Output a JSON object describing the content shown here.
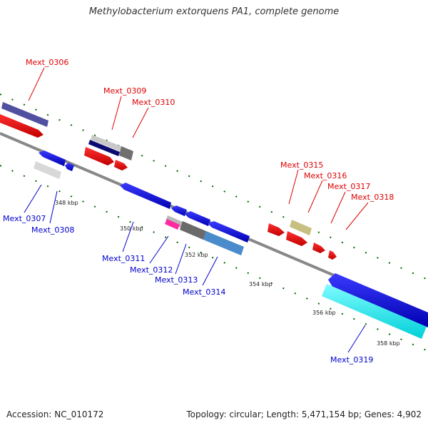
{
  "title": "Methylobacterium extorquens PA1, complete genome",
  "footer": {
    "accession": "Accession: NC_010172",
    "topology": "Topology: circular; Length: 5,471,154 bp; Genes: 4,902"
  },
  "colors": {
    "forward_label": "#dd0000",
    "reverse_label": "#0000cc",
    "backbone": "#888888",
    "tick": "#006600"
  },
  "axis_ticks": [
    "348 kbp",
    "350 kbp",
    "352 kbp",
    "354 kbp",
    "356 kbp",
    "358 kbp"
  ],
  "forward_genes": [
    {
      "label": "Mext_0306",
      "color": "#dd0000"
    },
    {
      "label": "Mext_0309",
      "color": "#dd0000"
    },
    {
      "label": "Mext_0310",
      "color": "#dd0000"
    },
    {
      "label": "Mext_0315",
      "color": "#dd0000"
    },
    {
      "label": "Mext_0316",
      "color": "#dd0000"
    },
    {
      "label": "Mext_0317",
      "color": "#dd0000"
    },
    {
      "label": "Mext_0318",
      "color": "#dd0000"
    }
  ],
  "reverse_genes": [
    {
      "label": "Mext_0307",
      "color": "#0000cc"
    },
    {
      "label": "Mext_0308",
      "color": "#0000cc"
    },
    {
      "label": "Mext_0311",
      "color": "#0000cc"
    },
    {
      "label": "Mext_0312",
      "color": "#0000cc"
    },
    {
      "label": "Mext_0313",
      "color": "#0000cc"
    },
    {
      "label": "Mext_0314",
      "color": "#0000cc"
    },
    {
      "label": "Mext_0319",
      "color": "#0000cc"
    }
  ]
}
